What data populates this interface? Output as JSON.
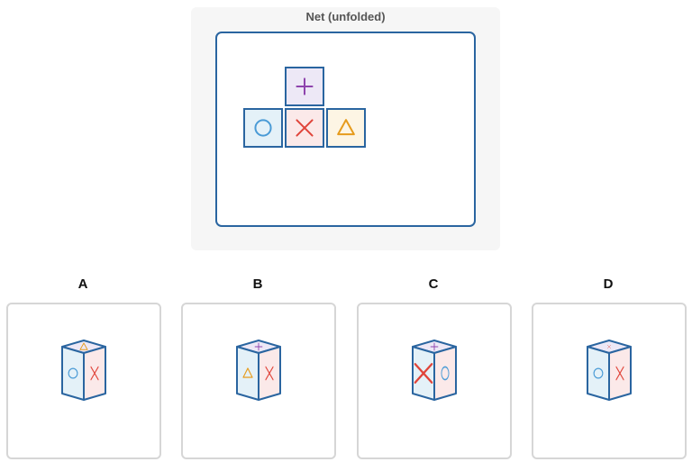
{
  "net": {
    "title": "Net (unfolded)",
    "faces": [
      {
        "symbol": "plus",
        "fill": "#ede8f6",
        "color": "#8e44ad"
      },
      {
        "symbol": "circle",
        "fill": "#e4f1f8",
        "color": "#4a9bd6"
      },
      {
        "symbol": "cross",
        "fill": "#fbe9e9",
        "color": "#e0443a"
      },
      {
        "symbol": "triangle",
        "fill": "#fdf5e4",
        "color": "#e69b1c"
      }
    ]
  },
  "options": [
    {
      "label": "A",
      "top": "triangle",
      "left": "circle",
      "right": "cross",
      "top_scale": "normal",
      "left_scale": "normal",
      "right_scale": "normal"
    },
    {
      "label": "B",
      "top": "plus",
      "left": "triangle",
      "right": "cross",
      "top_scale": "normal",
      "left_scale": "normal",
      "right_scale": "normal"
    },
    {
      "label": "C",
      "top": "plus",
      "left": "cross",
      "right": "circle",
      "top_scale": "normal",
      "left_scale": "large",
      "right_scale": "normal"
    },
    {
      "label": "D",
      "top": "cross",
      "left": "circle",
      "right": "cross",
      "top_scale": "small",
      "left_scale": "normal",
      "right_scale": "normal"
    }
  ],
  "colors": {
    "outline": "#2a65a0",
    "plus": "#8e44ad",
    "circle": "#4a9bd6",
    "cross": "#e0443a",
    "triangle": "#e69b1c",
    "top_fill": "#ede8f6",
    "left_fill": "#e4f1f8",
    "right_fill": "#fbe9e9",
    "panel_bg": "#f6f6f6"
  }
}
